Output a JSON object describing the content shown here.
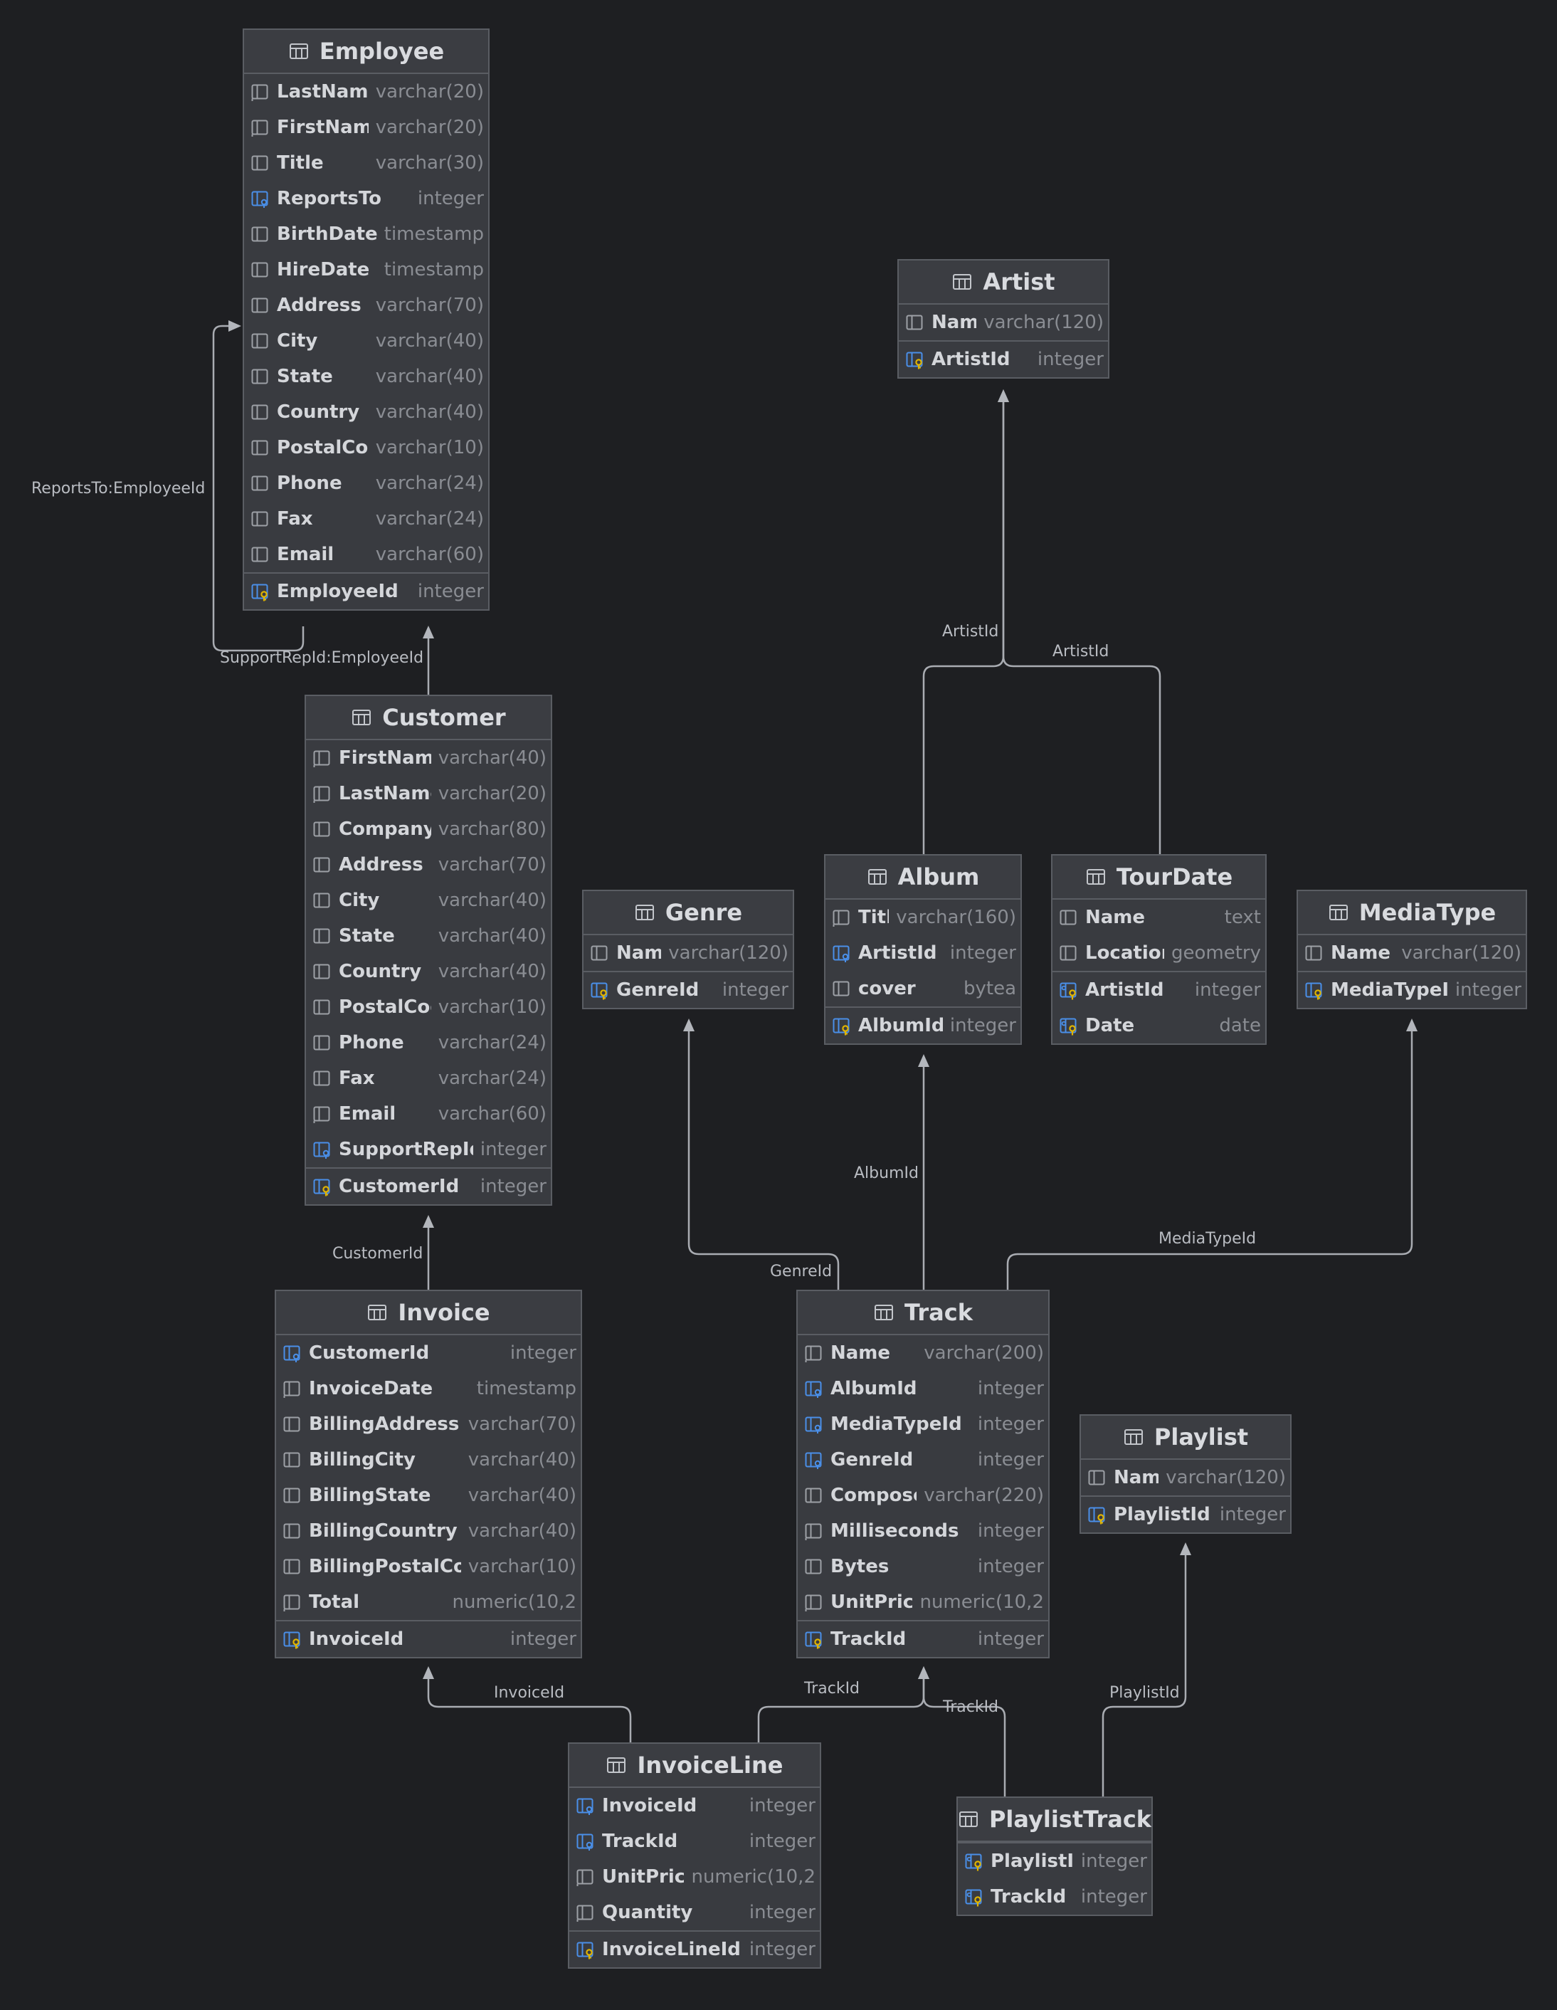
{
  "colors": {
    "background": "#1e1f22",
    "entity_fill": "#393b40",
    "entity_border": "#5a5d63",
    "connector": "#a9acb2",
    "fk_icon": "#4a8fe8",
    "pk_icon": "#e0b400"
  },
  "entities": {
    "employee": {
      "title": "Employee",
      "icon": "table-icon",
      "attributes": [
        {
          "name": "LastName",
          "type": "varchar(20)",
          "icon": "required-column-icon"
        },
        {
          "name": "FirstName",
          "type": "varchar(20)",
          "icon": "required-column-icon"
        },
        {
          "name": "Title",
          "type": "varchar(30)",
          "icon": "column-icon"
        },
        {
          "name": "ReportsTo",
          "type": "integer",
          "icon": "foreign-key-icon"
        },
        {
          "name": "BirthDate",
          "type": "timestamp",
          "icon": "column-icon"
        },
        {
          "name": "HireDate",
          "type": "timestamp",
          "icon": "column-icon"
        },
        {
          "name": "Address",
          "type": "varchar(70)",
          "icon": "column-icon"
        },
        {
          "name": "City",
          "type": "varchar(40)",
          "icon": "column-icon"
        },
        {
          "name": "State",
          "type": "varchar(40)",
          "icon": "column-icon"
        },
        {
          "name": "Country",
          "type": "varchar(40)",
          "icon": "column-icon"
        },
        {
          "name": "PostalCode",
          "type": "varchar(10)",
          "icon": "column-icon"
        },
        {
          "name": "Phone",
          "type": "varchar(24)",
          "icon": "column-icon"
        },
        {
          "name": "Fax",
          "type": "varchar(24)",
          "icon": "column-icon"
        },
        {
          "name": "Email",
          "type": "varchar(60)",
          "icon": "column-icon"
        }
      ],
      "key": {
        "name": "EmployeeId",
        "type": "integer",
        "icon": "primary-key-icon"
      }
    },
    "customer": {
      "title": "Customer",
      "icon": "table-icon",
      "attributes": [
        {
          "name": "FirstName",
          "type": "varchar(40)",
          "icon": "required-column-icon"
        },
        {
          "name": "LastName",
          "type": "varchar(20)",
          "icon": "required-column-icon"
        },
        {
          "name": "Company",
          "type": "varchar(80)",
          "icon": "column-icon"
        },
        {
          "name": "Address",
          "type": "varchar(70)",
          "icon": "column-icon"
        },
        {
          "name": "City",
          "type": "varchar(40)",
          "icon": "column-icon"
        },
        {
          "name": "State",
          "type": "varchar(40)",
          "icon": "column-icon"
        },
        {
          "name": "Country",
          "type": "varchar(40)",
          "icon": "column-icon"
        },
        {
          "name": "PostalCode",
          "type": "varchar(10)",
          "icon": "column-icon"
        },
        {
          "name": "Phone",
          "type": "varchar(24)",
          "icon": "column-icon"
        },
        {
          "name": "Fax",
          "type": "varchar(24)",
          "icon": "column-icon"
        },
        {
          "name": "Email",
          "type": "varchar(60)",
          "icon": "required-column-icon"
        },
        {
          "name": "SupportRepId",
          "type": "integer",
          "icon": "foreign-key-icon"
        }
      ],
      "key": {
        "name": "CustomerId",
        "type": "integer",
        "icon": "primary-key-icon"
      }
    },
    "invoice": {
      "title": "Invoice",
      "icon": "table-icon",
      "attributes": [
        {
          "name": "CustomerId",
          "type": "integer",
          "icon": "foreign-key-icon"
        },
        {
          "name": "InvoiceDate",
          "type": "timestamp",
          "icon": "required-column-icon"
        },
        {
          "name": "BillingAddress",
          "type": "varchar(70)",
          "icon": "column-icon"
        },
        {
          "name": "BillingCity",
          "type": "varchar(40)",
          "icon": "column-icon"
        },
        {
          "name": "BillingState",
          "type": "varchar(40)",
          "icon": "column-icon"
        },
        {
          "name": "BillingCountry",
          "type": "varchar(40)",
          "icon": "column-icon"
        },
        {
          "name": "BillingPostalCode",
          "type": "varchar(10)",
          "icon": "column-icon"
        },
        {
          "name": "Total",
          "type": "numeric(10,2",
          "icon": "required-column-icon"
        }
      ],
      "key": {
        "name": "InvoiceId",
        "type": "integer",
        "icon": "primary-key-icon"
      }
    },
    "invoiceline": {
      "title": "InvoiceLine",
      "icon": "table-icon",
      "attributes": [
        {
          "name": "InvoiceId",
          "type": "integer",
          "icon": "foreign-key-icon"
        },
        {
          "name": "TrackId",
          "type": "integer",
          "icon": "foreign-key-icon"
        },
        {
          "name": "UnitPrice",
          "type": "numeric(10,2",
          "icon": "required-column-icon"
        },
        {
          "name": "Quantity",
          "type": "integer",
          "icon": "required-column-icon"
        }
      ],
      "key": {
        "name": "InvoiceLineId",
        "type": "integer",
        "icon": "primary-key-icon"
      }
    },
    "artist": {
      "title": "Artist",
      "icon": "table-icon",
      "attributes": [
        {
          "name": "Name",
          "type": "varchar(120)",
          "icon": "column-icon"
        }
      ],
      "key": {
        "name": "ArtistId",
        "type": "integer",
        "icon": "primary-key-icon"
      }
    },
    "genre": {
      "title": "Genre",
      "icon": "table-icon",
      "attributes": [
        {
          "name": "Name",
          "type": "varchar(120)",
          "icon": "column-icon"
        }
      ],
      "key": {
        "name": "GenreId",
        "type": "integer",
        "icon": "primary-key-icon"
      }
    },
    "album": {
      "title": "Album",
      "icon": "table-icon",
      "attributes": [
        {
          "name": "Title",
          "type": "varchar(160)",
          "icon": "required-column-icon"
        },
        {
          "name": "ArtistId",
          "type": "integer",
          "icon": "foreign-key-icon"
        },
        {
          "name": "cover",
          "type": "bytea",
          "icon": "column-icon"
        }
      ],
      "key": {
        "name": "AlbumId",
        "type": "integer",
        "icon": "primary-key-icon"
      }
    },
    "tourdate": {
      "title": "TourDate",
      "icon": "table-icon",
      "attributes": [
        {
          "name": "Name",
          "type": "text",
          "icon": "column-icon"
        },
        {
          "name": "Location",
          "type": "geometry",
          "icon": "column-icon"
        }
      ],
      "keys": [
        {
          "name": "ArtistId",
          "type": "integer",
          "icon": "primary-foreign-key-icon"
        },
        {
          "name": "Date",
          "type": "date",
          "icon": "primary-foreign-key-icon"
        }
      ]
    },
    "mediatype": {
      "title": "MediaType",
      "icon": "table-icon",
      "attributes": [
        {
          "name": "Name",
          "type": "varchar(120)",
          "icon": "column-icon"
        }
      ],
      "key": {
        "name": "MediaTypeId",
        "type": "integer",
        "icon": "primary-key-icon"
      }
    },
    "track": {
      "title": "Track",
      "icon": "table-icon",
      "attributes": [
        {
          "name": "Name",
          "type": "varchar(200)",
          "icon": "required-column-icon"
        },
        {
          "name": "AlbumId",
          "type": "integer",
          "icon": "foreign-key-icon"
        },
        {
          "name": "MediaTypeId",
          "type": "integer",
          "icon": "foreign-key-icon"
        },
        {
          "name": "GenreId",
          "type": "integer",
          "icon": "foreign-key-icon"
        },
        {
          "name": "Composer",
          "type": "varchar(220)",
          "icon": "column-icon"
        },
        {
          "name": "Milliseconds",
          "type": "integer",
          "icon": "required-column-icon"
        },
        {
          "name": "Bytes",
          "type": "integer",
          "icon": "column-icon"
        },
        {
          "name": "UnitPrice",
          "type": "numeric(10,2",
          "icon": "required-column-icon"
        }
      ],
      "key": {
        "name": "TrackId",
        "type": "integer",
        "icon": "primary-key-icon"
      }
    },
    "playlist": {
      "title": "Playlist",
      "icon": "table-icon",
      "attributes": [
        {
          "name": "Name",
          "type": "varchar(120)",
          "icon": "column-icon"
        }
      ],
      "key": {
        "name": "PlaylistId",
        "type": "integer",
        "icon": "primary-key-icon"
      }
    },
    "playlisttrack": {
      "title": "PlaylistTrack",
      "icon": "table-icon",
      "attributes": [],
      "keys": [
        {
          "name": "PlaylistId",
          "type": "integer",
          "icon": "primary-foreign-key-icon"
        },
        {
          "name": "TrackId",
          "type": "integer",
          "icon": "primary-foreign-key-icon"
        }
      ]
    }
  },
  "relationships": [
    {
      "label": "ReportsTo:EmployeeId",
      "from": "Employee",
      "to": "Employee"
    },
    {
      "label": "SupportRepId:EmployeeId",
      "from": "Customer",
      "to": "Employee"
    },
    {
      "label": "CustomerId",
      "from": "Invoice",
      "to": "Customer"
    },
    {
      "label": "InvoiceId",
      "from": "InvoiceLine",
      "to": "Invoice"
    },
    {
      "label": "TrackId",
      "from": "InvoiceLine",
      "to": "Track"
    },
    {
      "label": "TrackId",
      "from": "PlaylistTrack",
      "to": "Track"
    },
    {
      "label": "PlaylistId",
      "from": "PlaylistTrack",
      "to": "Playlist"
    },
    {
      "label": "ArtistId",
      "from": "Album",
      "to": "Artist"
    },
    {
      "label": "ArtistId",
      "from": "TourDate",
      "to": "Artist"
    },
    {
      "label": "AlbumId",
      "from": "Track",
      "to": "Album"
    },
    {
      "label": "GenreId",
      "from": "Track",
      "to": "Genre"
    },
    {
      "label": "MediaTypeId",
      "from": "Track",
      "to": "MediaType"
    }
  ]
}
